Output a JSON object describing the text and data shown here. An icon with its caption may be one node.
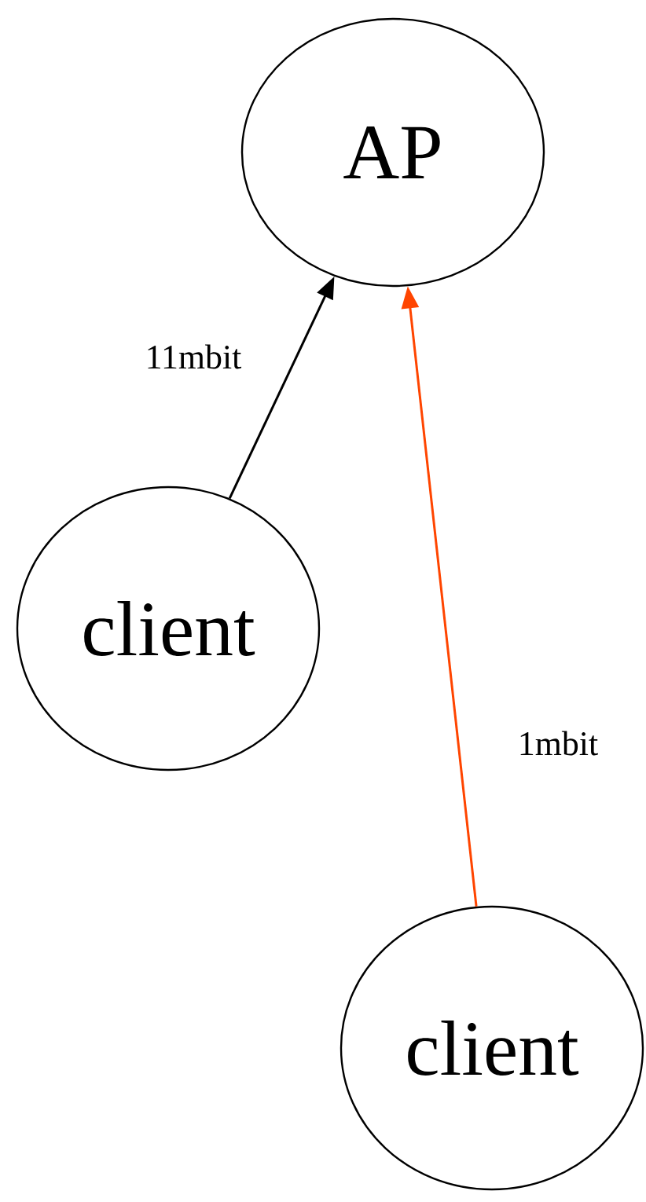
{
  "diagram": {
    "nodes": [
      {
        "text": [
          "AP"
        ]
      },
      {
        "text": [
          "client"
        ]
      },
      {
        "text": [
          "client"
        ]
      }
    ],
    "edges": [
      {
        "from": 1,
        "to": 0,
        "arrow": "to",
        "label": "11mbit"
      },
      {
        "from": 2,
        "to": 0,
        "arrow": "to",
        "label": "1mbit",
        "color": "#ff4500"
      }
    ]
  }
}
